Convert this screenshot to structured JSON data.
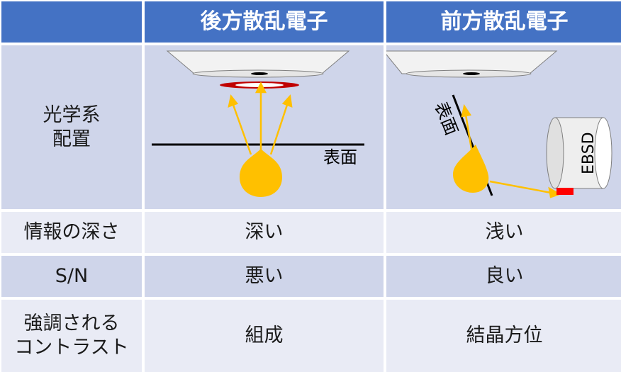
{
  "header": {
    "col1": "後方散乱電子",
    "col2": "前方散乱電子"
  },
  "rows": {
    "optics": {
      "label_line1": "光学系",
      "label_line2": "配置",
      "backscatter_surface_label": "表面",
      "forward_surface_label": "表面",
      "detector_label": "EBSD"
    },
    "depth": {
      "label": "情報の深さ",
      "backscatter": "深い",
      "forward": "浅い"
    },
    "sn": {
      "label": "S/N",
      "backscatter": "悪い",
      "forward": "良い"
    },
    "contrast": {
      "label_line1": "強調される",
      "label_line2": "コントラスト",
      "backscatter": "組成",
      "forward": "結晶方位"
    }
  },
  "colors": {
    "header_bg": "#4472c4",
    "row_dark": "#cfd5ea",
    "row_light": "#e9ebf5",
    "beam_yellow": "#ffc000",
    "ring_red": "#c00000",
    "detector_red": "#ff0000"
  }
}
